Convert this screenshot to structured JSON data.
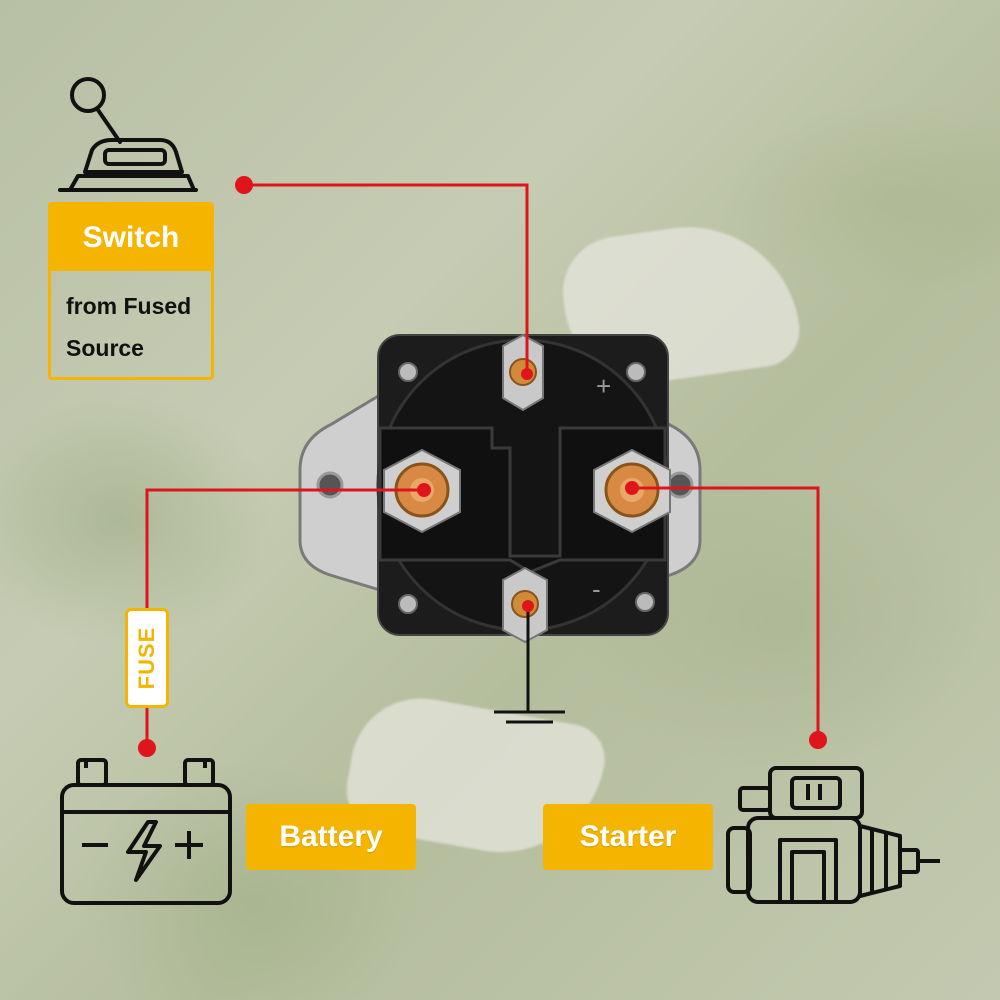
{
  "labels": {
    "switch_title": "Switch",
    "switch_desc_line1": "from Fused",
    "switch_desc_line2": "Source",
    "fuse": "FUSE",
    "battery": "Battery",
    "starter": "Starter"
  },
  "terminal_marks": {
    "positive": "+",
    "negative": "-"
  },
  "colors": {
    "accent": "#f4b400",
    "wire": "#e0141b",
    "icon_stroke": "#111111"
  },
  "icons": [
    "lever-switch-icon",
    "battery-icon",
    "lightning-icon",
    "starter-motor-icon",
    "ground-icon"
  ]
}
